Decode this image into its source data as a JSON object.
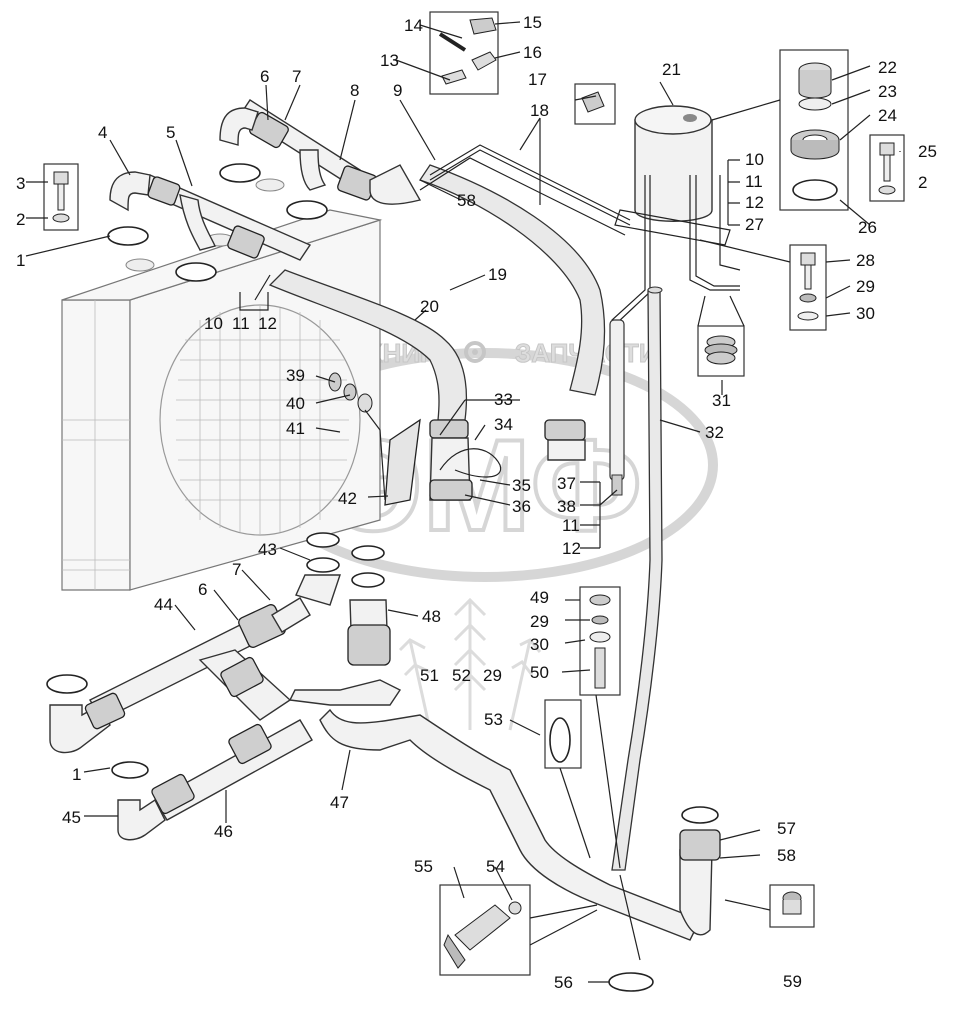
{
  "watermark": {
    "left_text": "ТЕХНИКА",
    "right_text": "ЗАПЧАСТИ",
    "logo_text": "ЭМФ"
  },
  "callouts": [
    "1",
    "2",
    "3",
    "4",
    "5",
    "6",
    "7",
    "8",
    "9",
    "10",
    "11",
    "12",
    "13",
    "14",
    "15",
    "16",
    "17",
    "18",
    "19",
    "20",
    "21",
    "22",
    "23",
    "24",
    "25",
    "26",
    "27",
    "28",
    "29",
    "30",
    "31",
    "32",
    "33",
    "34",
    "35",
    "36",
    "37",
    "38",
    "39",
    "40",
    "41",
    "42",
    "43",
    "44",
    "45",
    "46",
    "47",
    "48",
    "49",
    "50",
    "51",
    "52",
    "53",
    "54",
    "55",
    "56",
    "57",
    "58",
    "59"
  ],
  "labels": {
    "l1a": "1",
    "l1b": "1",
    "l2a": "2",
    "l2b": "2",
    "l3": "3",
    "l4": "4",
    "l5": "5",
    "l6a": "6",
    "l6b": "6",
    "l7a": "7",
    "l7b": "7",
    "l8": "8",
    "l9": "9",
    "l10a": "10",
    "l10b": "10",
    "l11a": "11",
    "l11b": "11",
    "l11c": "11",
    "l12a": "12",
    "l12b": "12",
    "l12c": "12",
    "l13": "13",
    "l14": "14",
    "l15": "15",
    "l16": "16",
    "l17": "17",
    "l18": "18",
    "l19": "19",
    "l20": "20",
    "l21": "21",
    "l22": "22",
    "l23": "23",
    "l24": "24",
    "l25": "25",
    "l26": "26",
    "l27": "27",
    "l28": "28",
    "l29a": "29",
    "l29b": "29",
    "l29c": "29",
    "l30a": "30",
    "l30b": "30",
    "l31": "31",
    "l32": "32",
    "l33": "33",
    "l34": "34",
    "l35": "35",
    "l36": "36",
    "l37": "37",
    "l38": "38",
    "l39": "39",
    "l40": "40",
    "l41": "41",
    "l42": "42",
    "l43": "43",
    "l44": "44",
    "l45": "45",
    "l46": "46",
    "l47": "47",
    "l48": "48",
    "l49": "49",
    "l50": "50",
    "l51": "51",
    "l52": "52",
    "l53": "53",
    "l54": "54",
    "l55": "55",
    "l56": "56",
    "l57": "57",
    "l58a": "58",
    "l58b": "58",
    "l59": "59"
  }
}
